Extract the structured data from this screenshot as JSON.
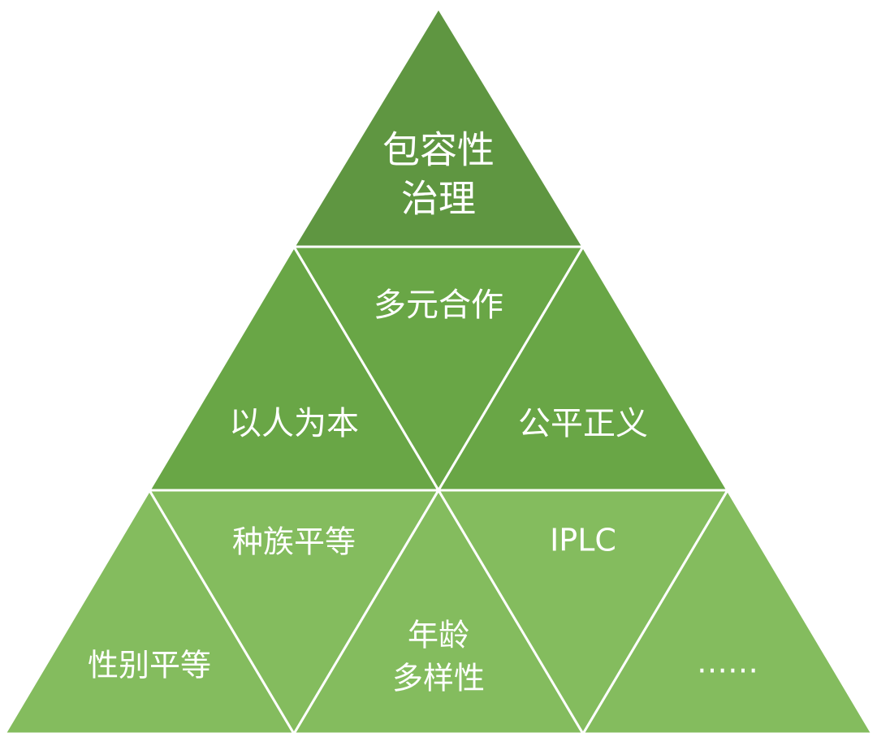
{
  "colors": {
    "level1": "#5f9641",
    "level2": "#69a646",
    "level3": "#84bc5e",
    "divider": "#ffffff",
    "text": "#ffffff"
  },
  "diagram": {
    "top": {
      "lines": [
        "包容性",
        "治理"
      ]
    },
    "middle": [
      {
        "lines": [
          "多元合作"
        ]
      },
      {
        "lines": [
          "以人为本"
        ]
      },
      {
        "lines": [
          "公平正义"
        ]
      }
    ],
    "bottom": [
      {
        "lines": [
          "种族平等"
        ]
      },
      {
        "lines": [
          "IPLC"
        ]
      },
      {
        "lines": [
          "性别平等"
        ]
      },
      {
        "lines": [
          "年龄",
          "多样性"
        ]
      },
      {
        "lines": [
          "……"
        ]
      }
    ]
  }
}
